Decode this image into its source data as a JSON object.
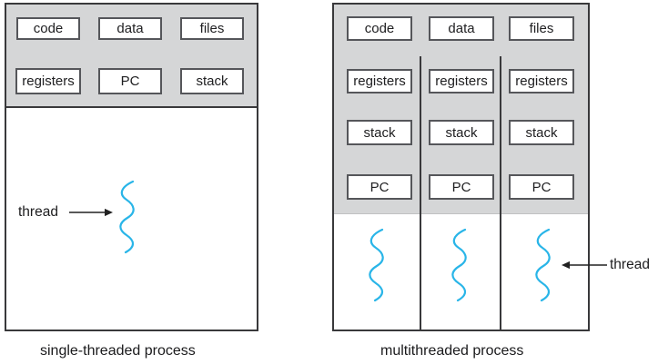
{
  "figure": {
    "left": {
      "caption": "single-threaded process",
      "top_row": [
        "code",
        "data",
        "files"
      ],
      "state_row": [
        "registers",
        "PC",
        "stack"
      ],
      "thread_label": "thread"
    },
    "right": {
      "caption": "multithreaded process",
      "top_row": [
        "code",
        "data",
        "files"
      ],
      "thread_columns": [
        [
          "registers",
          "stack",
          "PC"
        ],
        [
          "registers",
          "stack",
          "PC"
        ],
        [
          "registers",
          "stack",
          "PC"
        ]
      ],
      "thread_label": "thread"
    }
  },
  "colors": {
    "section_fill": "#d5d6d7",
    "box_fill": "#ffffff",
    "outer_border": "#39393b",
    "box_border": "#55565a",
    "thread_wave": "#29b5e8",
    "text": "#29292b"
  }
}
